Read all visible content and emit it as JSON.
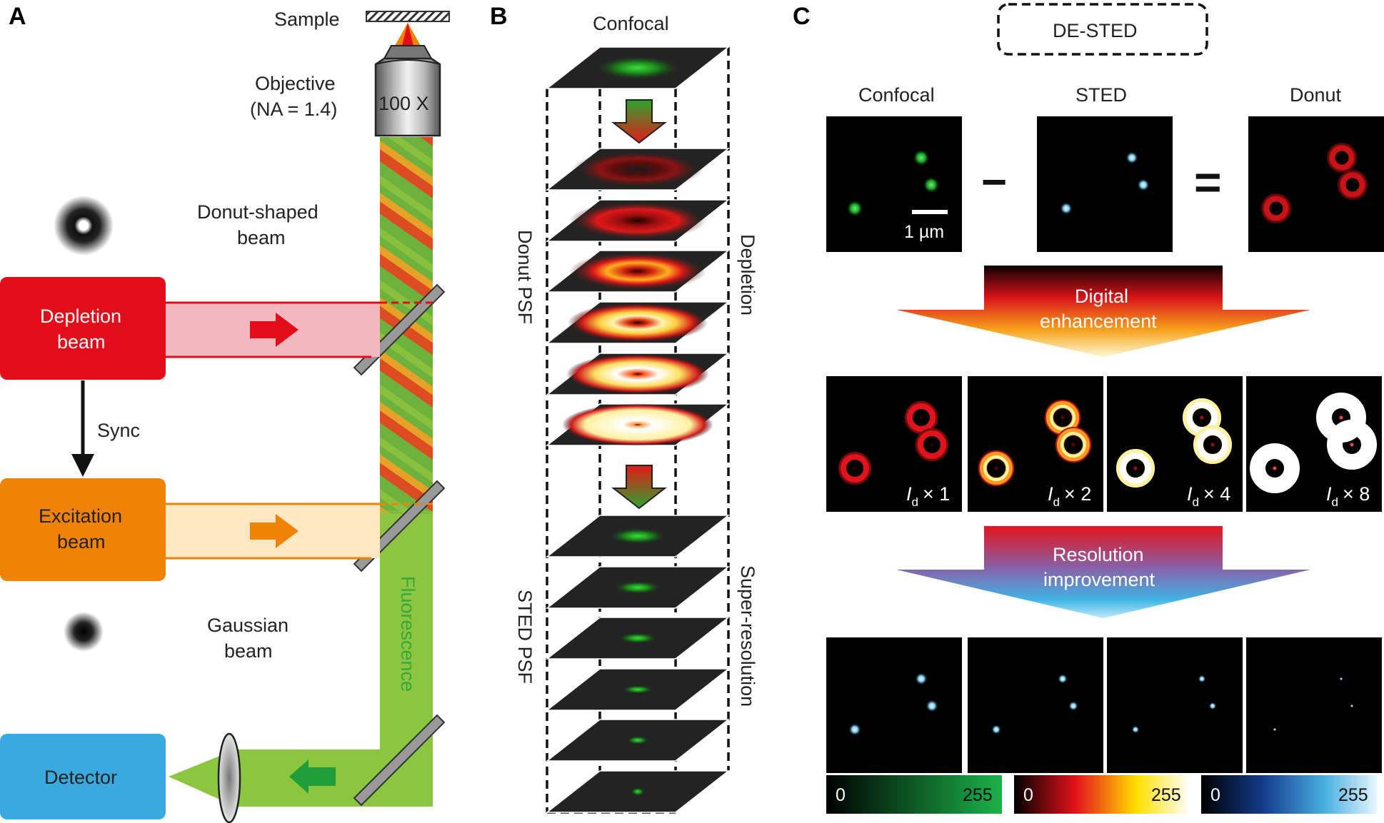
{
  "panel_a": {
    "letter": "A",
    "sample": "Sample",
    "objective_l1": "Objective",
    "objective_l2": "(NA = 1.4)",
    "magnification": "100 X",
    "donut_beam_l1": "Donut-shaped",
    "donut_beam_l2": "beam",
    "depletion_l1": "Depletion",
    "depletion_l2": "beam",
    "sync": "Sync",
    "excitation_l1": "Excitation",
    "excitation_l2": "beam",
    "gaussian_l1": "Gaussian",
    "gaussian_l2": "beam",
    "fluorescence": "Fluorescence",
    "detector": "Detector",
    "colors": {
      "depletion": "#e30d1a",
      "excitation": "#f08206",
      "detector": "#3aa9e0",
      "fluorescence": "#8cc540"
    }
  },
  "panel_b": {
    "letter": "B",
    "confocal": "Confocal",
    "donut_psf": "Donut PSF",
    "depletion": "Depletion",
    "sted_psf": "STED PSF",
    "super_resolution": "Super-resolution"
  },
  "panel_c": {
    "letter": "C",
    "de_sted": "DE-STED",
    "col_confocal": "Confocal",
    "col_sted": "STED",
    "col_donut": "Donut",
    "minus": "−",
    "equals": "=",
    "scalebar": "1 µm",
    "digital_l1": "Digital",
    "digital_l2": "enhancement",
    "factors": [
      "× 1",
      "× 2",
      "× 4",
      "× 8"
    ],
    "id_symbol": "I",
    "id_sub": "d",
    "resolution_l1": "Resolution",
    "resolution_l2": "improvement",
    "colorbar_min": "0",
    "colorbar_max": "255"
  }
}
